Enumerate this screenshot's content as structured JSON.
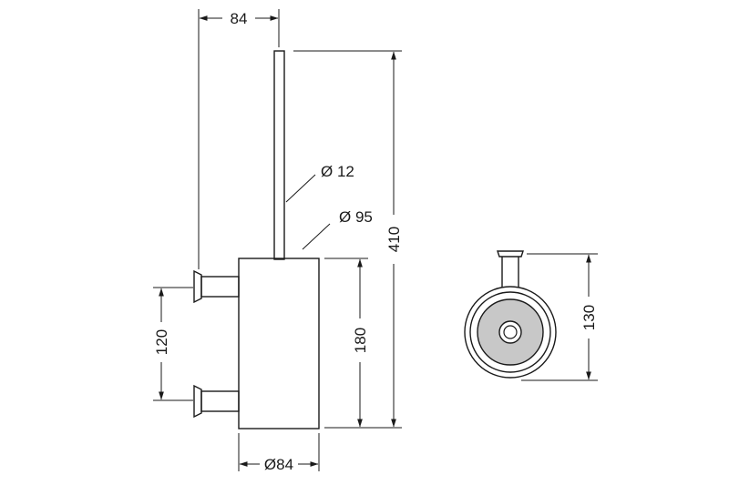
{
  "dimensions": {
    "top_offset": "84",
    "handle_diameter": "Ø 12",
    "body_diameter_callout": "Ø 95",
    "total_height": "410",
    "mount_spacing": "120",
    "body_height": "180",
    "body_width": "Ø84",
    "top_view_height": "130"
  },
  "colors": {
    "line": "#1a1a1a",
    "insert_fill": "#c8c8c8"
  }
}
